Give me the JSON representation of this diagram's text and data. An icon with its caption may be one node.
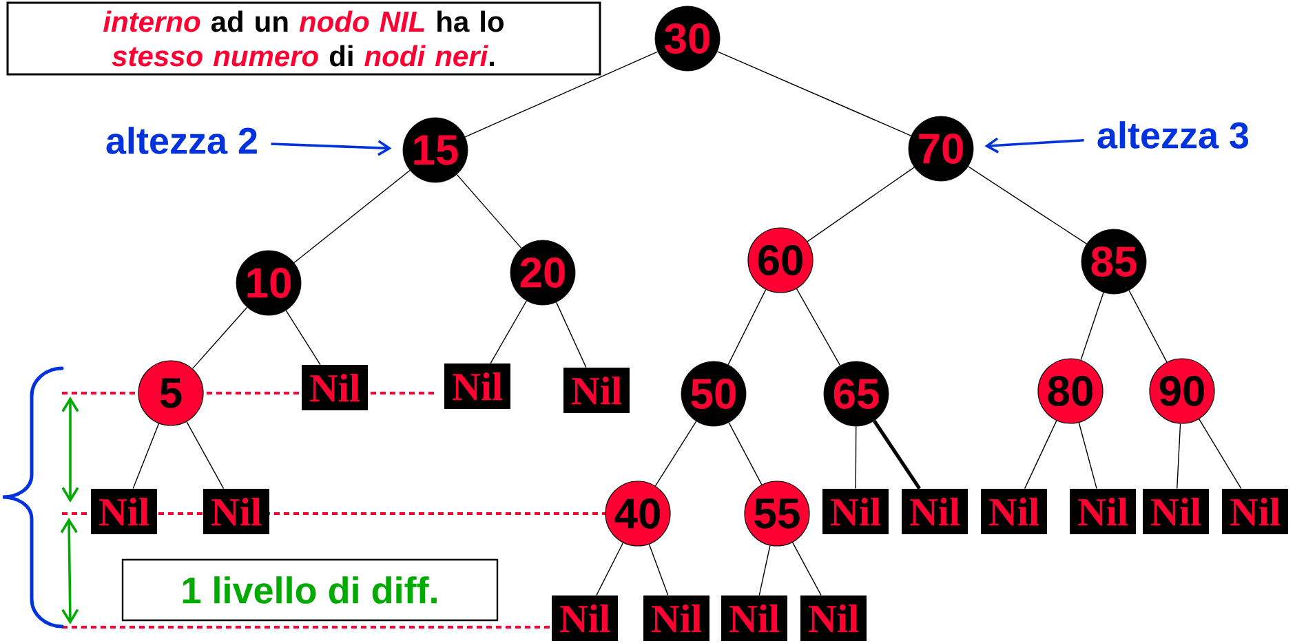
{
  "diagram": {
    "nodes": [
      {
        "text": [
          "*interno* ad un *nodo NIL* ha lo *stesso  numero* di *nodi neri*."
        ]
      },
      {
        "text": [
          "30"
        ]
      },
      {
        "text": [
          "altezza 2"
        ]
      },
      {
        "text": [
          "15"
        ]
      },
      {
        "text": [
          "70"
        ]
      },
      {
        "text": [
          "altezza 3"
        ]
      },
      {
        "text": [
          "10"
        ]
      },
      {
        "text": [
          "20"
        ]
      },
      {
        "text": [
          "60"
        ]
      },
      {
        "text": [
          "85"
        ]
      },
      {
        "text": [
          "5"
        ]
      },
      {
        "text": [
          "Nil"
        ]
      },
      {
        "text": [
          "Nil"
        ]
      },
      {
        "text": [
          "Nil"
        ]
      },
      {
        "text": [
          "50"
        ]
      },
      {
        "text": [
          "65"
        ]
      },
      {
        "text": [
          "80"
        ]
      },
      {
        "text": [
          "90"
        ]
      },
      {
        "text": [
          "Nil"
        ]
      },
      {
        "text": [
          "Nil"
        ]
      },
      {
        "text": [
          "40"
        ]
      },
      {
        "text": [
          "55"
        ]
      },
      {
        "text": [
          "Nil"
        ]
      },
      {
        "text": [
          "Nil"
        ]
      },
      {
        "text": [
          "Nil"
        ]
      },
      {
        "text": [
          "Nil"
        ]
      },
      {
        "text": [
          "Nil"
        ]
      },
      {
        "text": [
          "Nil"
        ]
      },
      {
        "text": [
          "1 livello di diff."
        ]
      },
      {
        "text": [
          "Nil"
        ]
      },
      {
        "text": [
          "Nil"
        ]
      },
      {
        "text": [
          "Nil"
        ]
      },
      {
        "text": [
          "Nil"
        ]
      }
    ],
    "edges": [
      {
        "from": 1,
        "to": 3,
        "arrow": "none"
      },
      {
        "from": 1,
        "to": 4,
        "arrow": "none"
      },
      {
        "from": 2,
        "to": 3,
        "arrow": "to",
        "color": "#0033dd"
      },
      {
        "from": 5,
        "to": 4,
        "arrow": "to",
        "color": "#0033dd"
      },
      {
        "from": 3,
        "to": 6,
        "arrow": "none"
      },
      {
        "from": 3,
        "to": 7,
        "arrow": "none"
      },
      {
        "from": 4,
        "to": 8,
        "arrow": "none"
      },
      {
        "from": 4,
        "to": 9,
        "arrow": "none"
      },
      {
        "from": 6,
        "to": 10,
        "arrow": "none"
      },
      {
        "from": 6,
        "to": 11,
        "arrow": "none"
      },
      {
        "from": 7,
        "to": 12,
        "arrow": "none"
      },
      {
        "from": 7,
        "to": 13,
        "arrow": "none"
      },
      {
        "from": 8,
        "to": 14,
        "arrow": "none"
      },
      {
        "from": 8,
        "to": 15,
        "arrow": "none"
      },
      {
        "from": 9,
        "to": 16,
        "arrow": "none"
      },
      {
        "from": 9,
        "to": 17,
        "arrow": "none"
      },
      {
        "from": 10,
        "to": 18,
        "arrow": "none"
      },
      {
        "from": 10,
        "to": 19,
        "arrow": "none"
      },
      {
        "from": 14,
        "to": 20,
        "arrow": "none"
      },
      {
        "from": 14,
        "to": 21,
        "arrow": "none"
      },
      {
        "from": 15,
        "to": 22,
        "arrow": "none"
      },
      {
        "from": 15,
        "to": 23,
        "arrow": "none",
        "style": "thick"
      },
      {
        "from": 16,
        "to": 24,
        "arrow": "none"
      },
      {
        "from": 16,
        "to": 25,
        "arrow": "none"
      },
      {
        "from": 17,
        "to": 26,
        "arrow": "none"
      },
      {
        "from": 17,
        "to": 27,
        "arrow": "none"
      },
      {
        "from": 20,
        "to": 29,
        "arrow": "none"
      },
      {
        "from": 20,
        "to": 30,
        "arrow": "none"
      },
      {
        "from": 21,
        "to": 31,
        "arrow": "none"
      },
      {
        "from": 21,
        "to": 32,
        "arrow": "none"
      }
    ]
  }
}
